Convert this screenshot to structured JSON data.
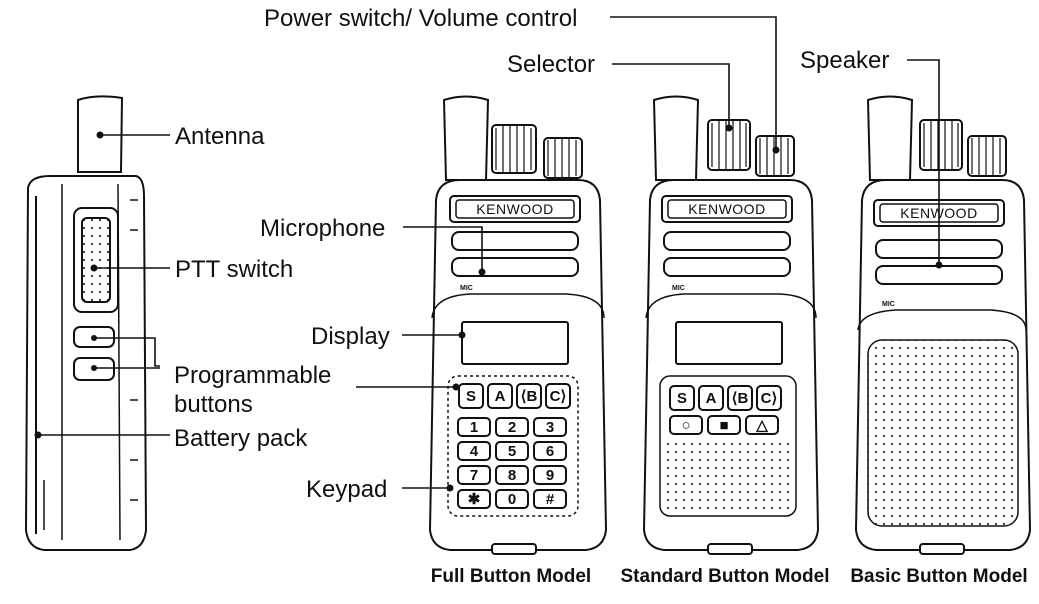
{
  "labels": {
    "power_switch": "Power switch/ Volume control",
    "selector": "Selector",
    "speaker": "Speaker",
    "antenna": "Antenna",
    "microphone": "Microphone",
    "ptt_switch": "PTT switch",
    "display": "Display",
    "programmable_line1": "Programmable",
    "programmable_line2": "buttons",
    "battery_pack": "Battery pack",
    "keypad": "Keypad"
  },
  "captions": {
    "full": "Full Button Model",
    "standard": "Standard Button Model",
    "basic": "Basic Button Model"
  },
  "brand": "KENWOOD",
  "mic_text": "MIC",
  "function_keys": [
    "S",
    "A",
    "⟨B",
    "C⟩"
  ],
  "numeric_keys": [
    "1",
    "2",
    "3",
    "4",
    "5",
    "6",
    "7",
    "8",
    "9",
    "✱",
    "0",
    "#"
  ],
  "standard_extra_keys": [
    "○",
    "■",
    "△"
  ]
}
